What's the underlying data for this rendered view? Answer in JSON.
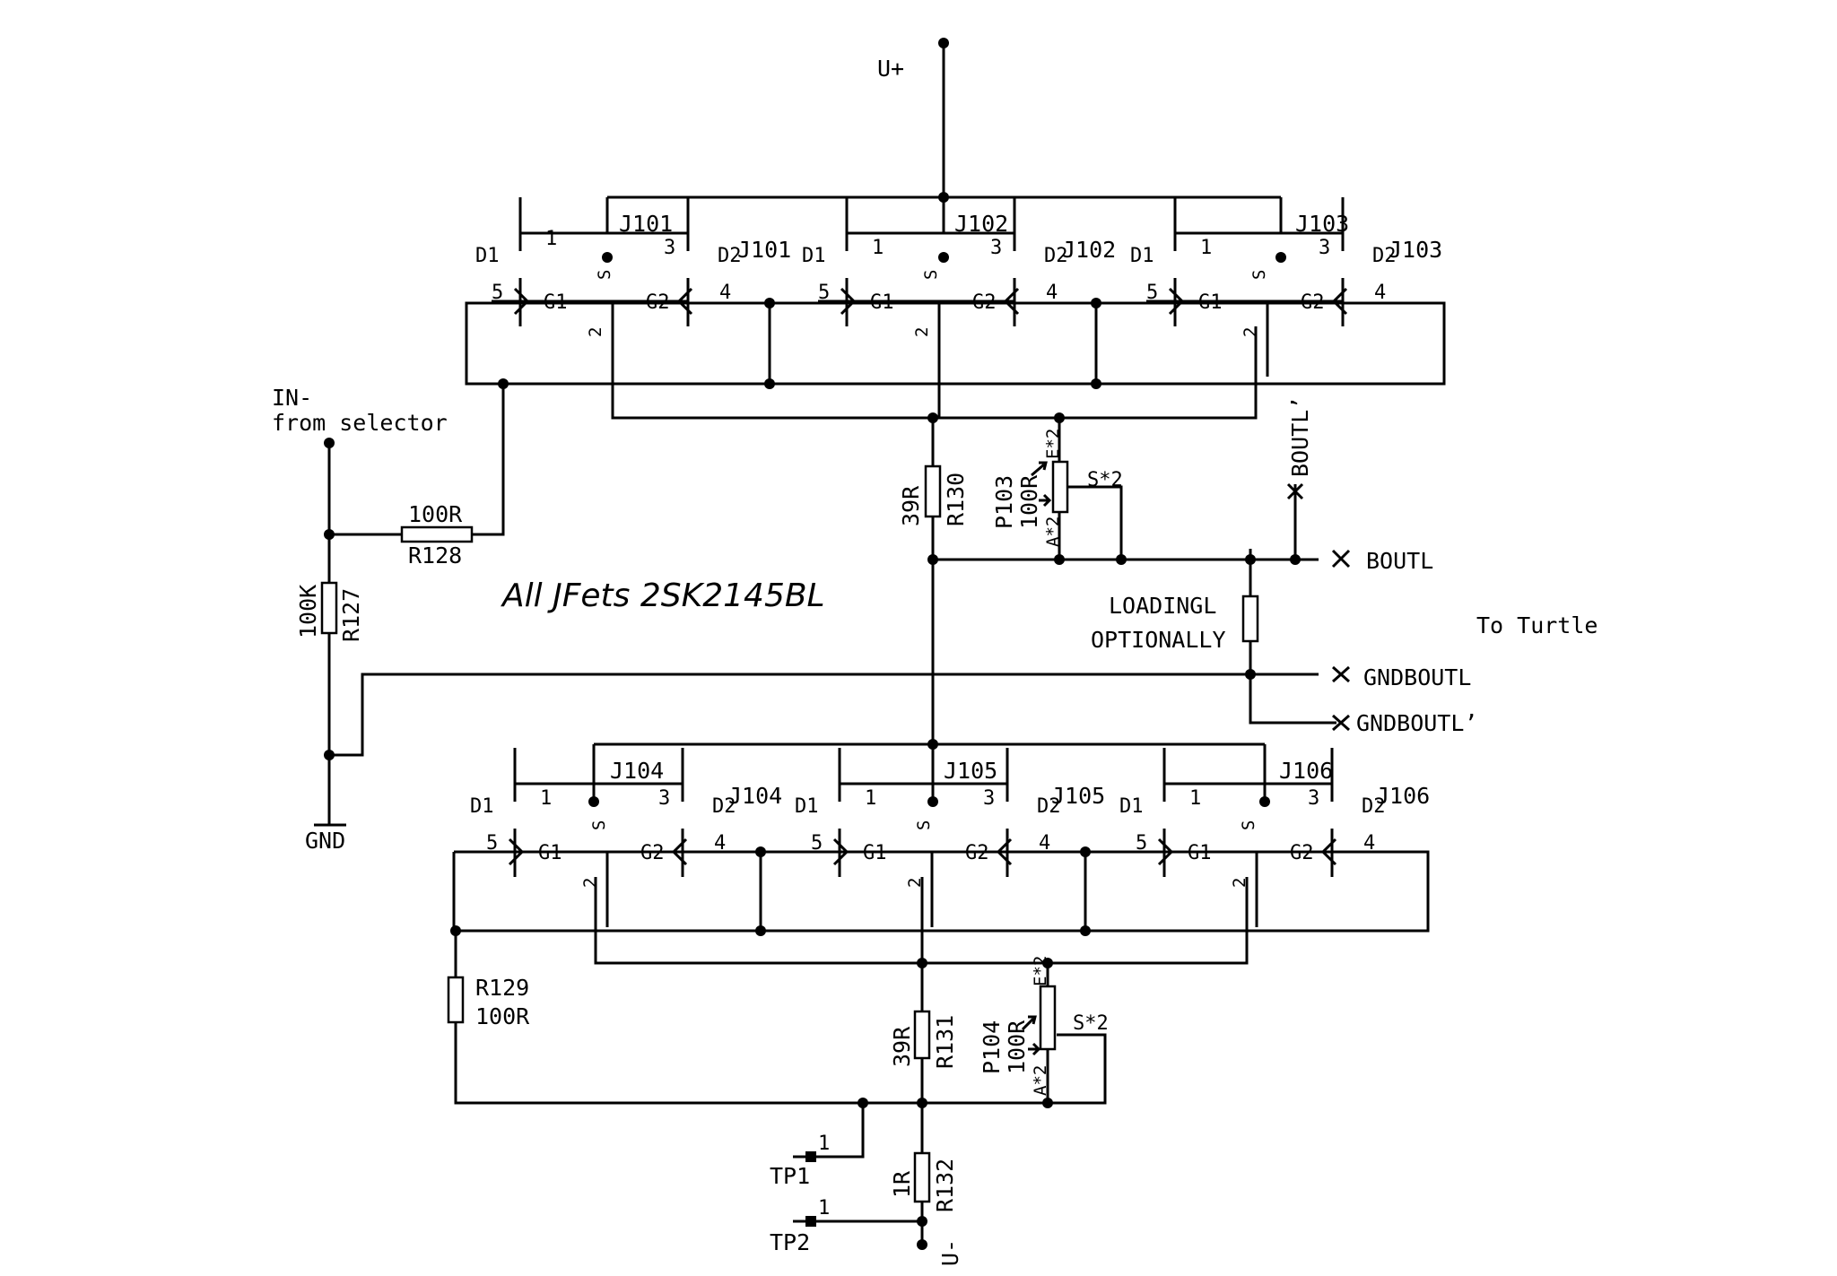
{
  "title": "All JFets 2SK2145BL",
  "nets": {
    "u_plus": "U+",
    "u_minus": "U-",
    "in_line1": "IN-",
    "in_line2": "from selector",
    "gnd": "GND",
    "to_turtle": "To Turtle",
    "boutl": "BOUTL",
    "boutl_prime": "BOUTL’",
    "gndboutl": "GNDBOUTL",
    "gndboutl_prime": "GNDBOUTL’",
    "loading_line1": "LOADINGL",
    "loading_line2": "OPTIONALLY"
  },
  "jfet_pins": {
    "d1": "D1",
    "d2": "D2",
    "s": "S",
    "g1": "G1",
    "g2": "G2",
    "p1": "1",
    "p2": "2",
    "p3": "3",
    "p4": "4",
    "p5": "5"
  },
  "jfets_top": [
    {
      "name": "J101",
      "part": "J101"
    },
    {
      "name": "J102",
      "part": "J102"
    },
    {
      "name": "J103",
      "part": "J103"
    }
  ],
  "jfets_bottom": [
    {
      "name": "J104",
      "part": "J104"
    },
    {
      "name": "J105",
      "part": "J105"
    },
    {
      "name": "J106",
      "part": "J106"
    }
  ],
  "resistors": {
    "r128": {
      "name": "R128",
      "value": "100R"
    },
    "r127": {
      "name": "R127",
      "value": "100K"
    },
    "r130": {
      "name": "R130",
      "value": "39R"
    },
    "r131": {
      "name": "R131",
      "value": "39R"
    },
    "r129": {
      "name": "R129",
      "value": "100R"
    },
    "r132": {
      "name": "R132",
      "value": "1R"
    }
  },
  "pots": {
    "p103": {
      "name": "P103",
      "value": "100R",
      "e": "E*2",
      "a": "A*2",
      "s": "S*2"
    },
    "p104": {
      "name": "P104",
      "value": "100R",
      "e": "E*2",
      "a": "A*2",
      "s": "S*2"
    }
  },
  "testpoints": {
    "tp1": {
      "name": "TP1",
      "pin": "1"
    },
    "tp2": {
      "name": "TP2",
      "pin": "1"
    }
  }
}
